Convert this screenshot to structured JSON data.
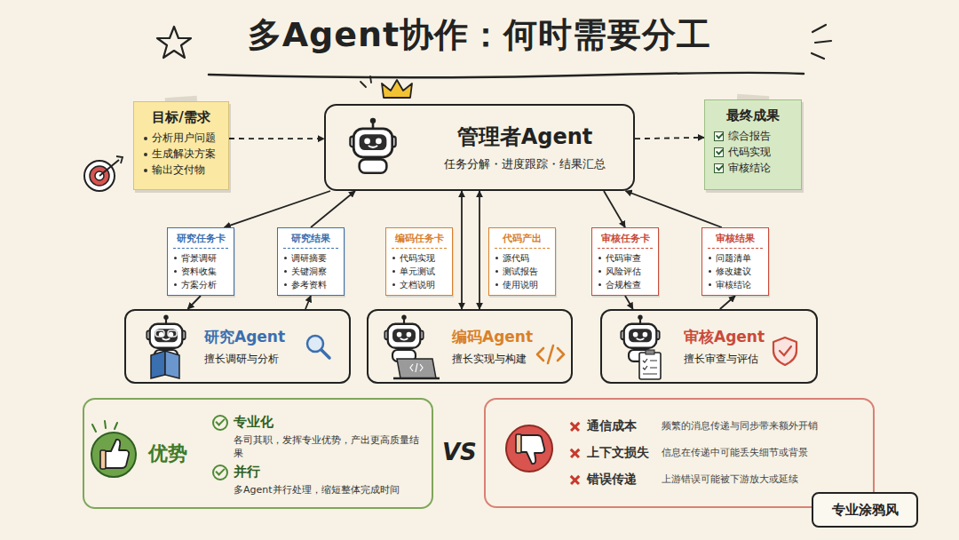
{
  "diagram": {
    "title": "多Agent协作：何时需要分工",
    "nodes": [
      {
        "text": [
          "目标/需求",
          "分析用户问题",
          "生成解决方案",
          "输出交付物"
        ]
      },
      {
        "text": [
          "管理者Agent",
          "任务分解・进度跟踪・结果汇总"
        ]
      },
      {
        "text": [
          "最终成果",
          "综合报告",
          "代码实现",
          "审核结论"
        ]
      },
      {
        "text": [
          "研究任务卡",
          "背景调研",
          "资料收集",
          "方案分析"
        ]
      },
      {
        "text": [
          "研究结果",
          "调研摘要",
          "关键洞察",
          "参考资料"
        ]
      },
      {
        "text": [
          "编码任务卡",
          "代码实现",
          "单元测试",
          "文档说明"
        ]
      },
      {
        "text": [
          "代码产出",
          "源代码",
          "测试报告",
          "使用说明"
        ]
      },
      {
        "text": [
          "审核任务卡",
          "代码审查",
          "风险评估",
          "合规检查"
        ]
      },
      {
        "text": [
          "审核结果",
          "问题清单",
          "修改建议",
          "审核结论"
        ]
      },
      {
        "text": [
          "研究Agent",
          "擅长调研与分析"
        ]
      },
      {
        "text": [
          "编码Agent",
          "擅长实现与构建"
        ]
      },
      {
        "text": [
          "审核Agent",
          "擅长审查与评估"
        ]
      },
      {
        "text": [
          "优势",
          "专业化",
          "各司其职，发挥专业优势，产出更高质量结果",
          "并行",
          "多Agent并行处理，缩短整体完成时间"
        ]
      },
      {
        "text": [
          "通信成本",
          "频繁的消息传递与同步带来额外开销",
          "上下文损失",
          "信息在传递中可能丢失细节或背景",
          "错误传递",
          "上游错误可能被下游放大或延续"
        ]
      },
      {
        "text": [
          "专业涂鸦风"
        ]
      }
    ],
    "edges": [
      {
        "from": 0,
        "to": 1,
        "arrow": "to"
      },
      {
        "from": 1,
        "to": 2,
        "arrow": "to"
      },
      {
        "from": 1,
        "to": 3,
        "arrow": "to"
      },
      {
        "from": 3,
        "to": 9,
        "arrow": "to"
      },
      {
        "from": 9,
        "to": 4,
        "arrow": "to"
      },
      {
        "from": 4,
        "to": 1,
        "arrow": "to"
      },
      {
        "from": 1,
        "to": 10,
        "arrow": "both"
      },
      {
        "from": 1,
        "to": 10,
        "arrow": "both"
      },
      {
        "from": 1,
        "to": 7,
        "arrow": "to"
      },
      {
        "from": 7,
        "to": 11,
        "arrow": "to"
      },
      {
        "from": 11,
        "to": 8,
        "arrow": "to"
      },
      {
        "from": 8,
        "to": 1,
        "arrow": "to"
      }
    ],
    "labels": [
      "VS"
    ]
  }
}
